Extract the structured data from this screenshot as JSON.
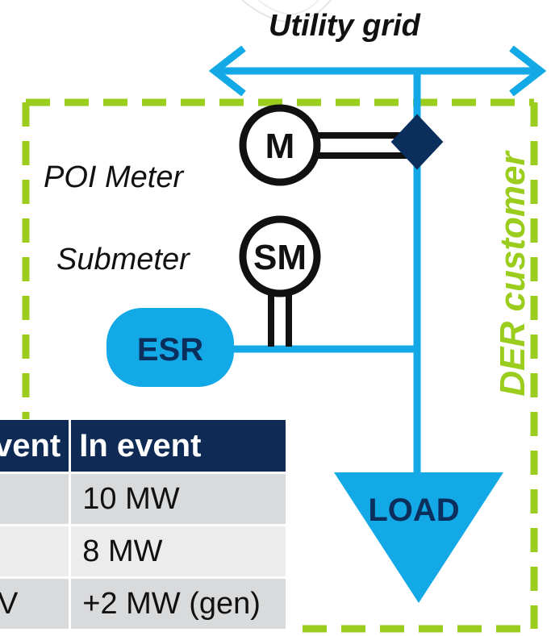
{
  "labels": {
    "utility_grid": "Utility grid",
    "poi_meter": "POI Meter",
    "submeter": "Submeter",
    "der_customer": "DER customer",
    "meter_symbol": "M",
    "submeter_symbol": "SM",
    "esr": "ESR",
    "load": "LOAD"
  },
  "table": {
    "headers": [
      "vent",
      "In event"
    ],
    "rows": [
      [
        "",
        "10 MW"
      ],
      [
        "",
        "8 MW"
      ],
      [
        "V",
        "+2 MW (gen)"
      ]
    ]
  },
  "colors": {
    "line_blue": "#13a9e6",
    "dashed_green": "#9acd1e",
    "header_navy": "#0e2a55",
    "connection_diamond": "#0b2f5c"
  }
}
